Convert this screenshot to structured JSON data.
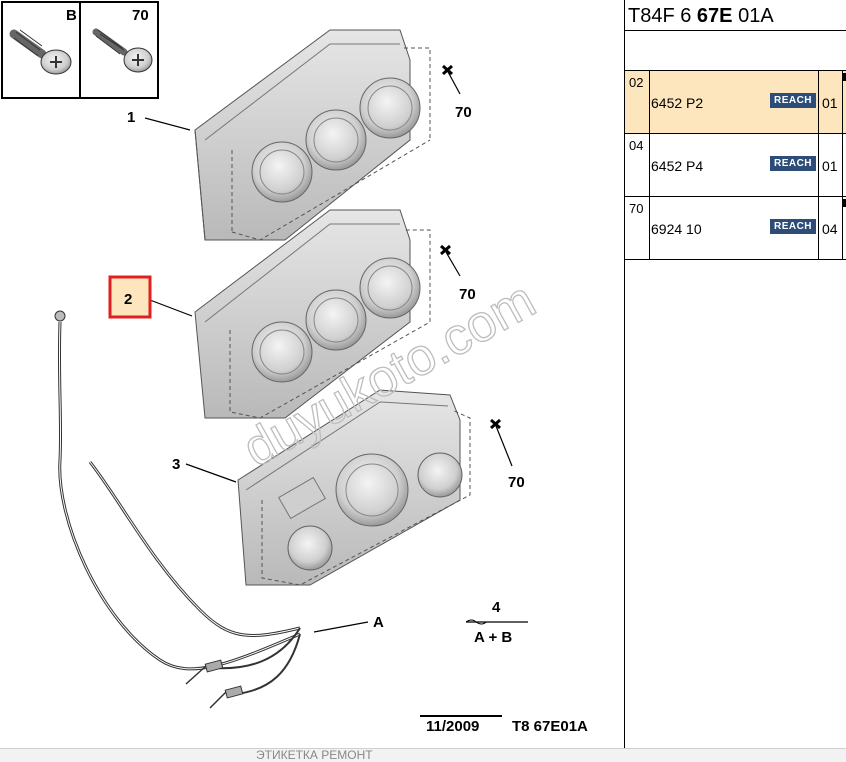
{
  "diagram": {
    "screw_legend": {
      "label_b": "B",
      "label_70": "70"
    },
    "callouts": {
      "item1": "1",
      "item2": "2",
      "item3": "3",
      "item4": "4",
      "item4_formula": "A + B",
      "item_a": "A",
      "screw_top": "70",
      "screw_middle": "70",
      "screw_bottom": "70"
    },
    "watermark": "duyukoto.com",
    "footer": {
      "date": "11/2009",
      "reference": "T8 67E01A"
    },
    "highlight_color": "#e02020"
  },
  "panel": {
    "title_prefix": "T84F 6 ",
    "title_bold": "67E",
    "title_suffix": " 01A",
    "rows": [
      {
        "item": "02",
        "ref": "6452 P2",
        "badge": "REACH",
        "qty": "01",
        "selected": true
      },
      {
        "item": "04",
        "ref": "6452 P4",
        "badge": "REACH",
        "qty": "01",
        "selected": false
      },
      {
        "item": "70",
        "ref": "6924 10",
        "badge": "REACH",
        "qty": "04",
        "selected": false
      }
    ],
    "selected_color": "#fde5bd",
    "badge_color": "#2d4d78"
  },
  "bottom": {
    "text": "ЭТИКЕТКА РЕМОНТ"
  }
}
